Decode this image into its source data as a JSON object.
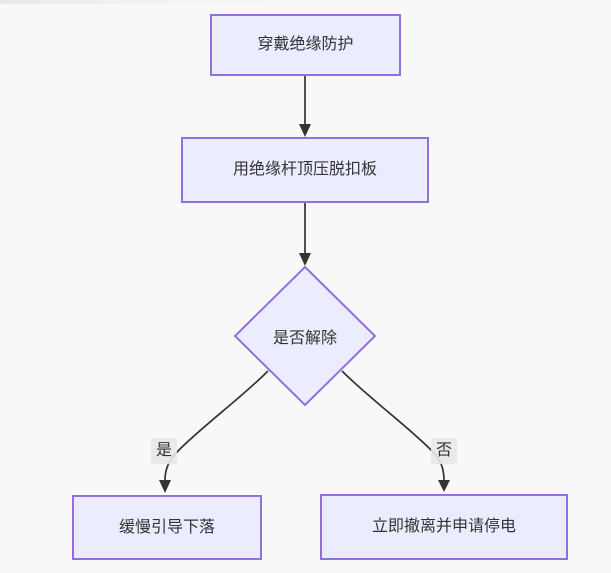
{
  "diagram": {
    "type": "flowchart",
    "direction": "top-down",
    "colors": {
      "background": "#f8f8f8",
      "node_fill": "#ECECFF",
      "node_border": "#9370DB",
      "edge_line": "#333333",
      "text": "#333333",
      "edge_label_bg": "#e8e8e8"
    },
    "nodes": [
      {
        "id": "A",
        "shape": "rect",
        "label": "穿戴绝缘防护"
      },
      {
        "id": "B",
        "shape": "rect",
        "label": "用绝缘杆顶压脱扣板"
      },
      {
        "id": "C",
        "shape": "diamond",
        "label": "是否解除"
      },
      {
        "id": "D",
        "shape": "rect",
        "label": "缓慢引导下落"
      },
      {
        "id": "E",
        "shape": "rect",
        "label": "立即撤离并申请停电"
      }
    ],
    "edges": [
      {
        "from": "A",
        "to": "B",
        "label": ""
      },
      {
        "from": "B",
        "to": "C",
        "label": ""
      },
      {
        "from": "C",
        "to": "D",
        "label": "是"
      },
      {
        "from": "C",
        "to": "E",
        "label": "否"
      }
    ]
  }
}
